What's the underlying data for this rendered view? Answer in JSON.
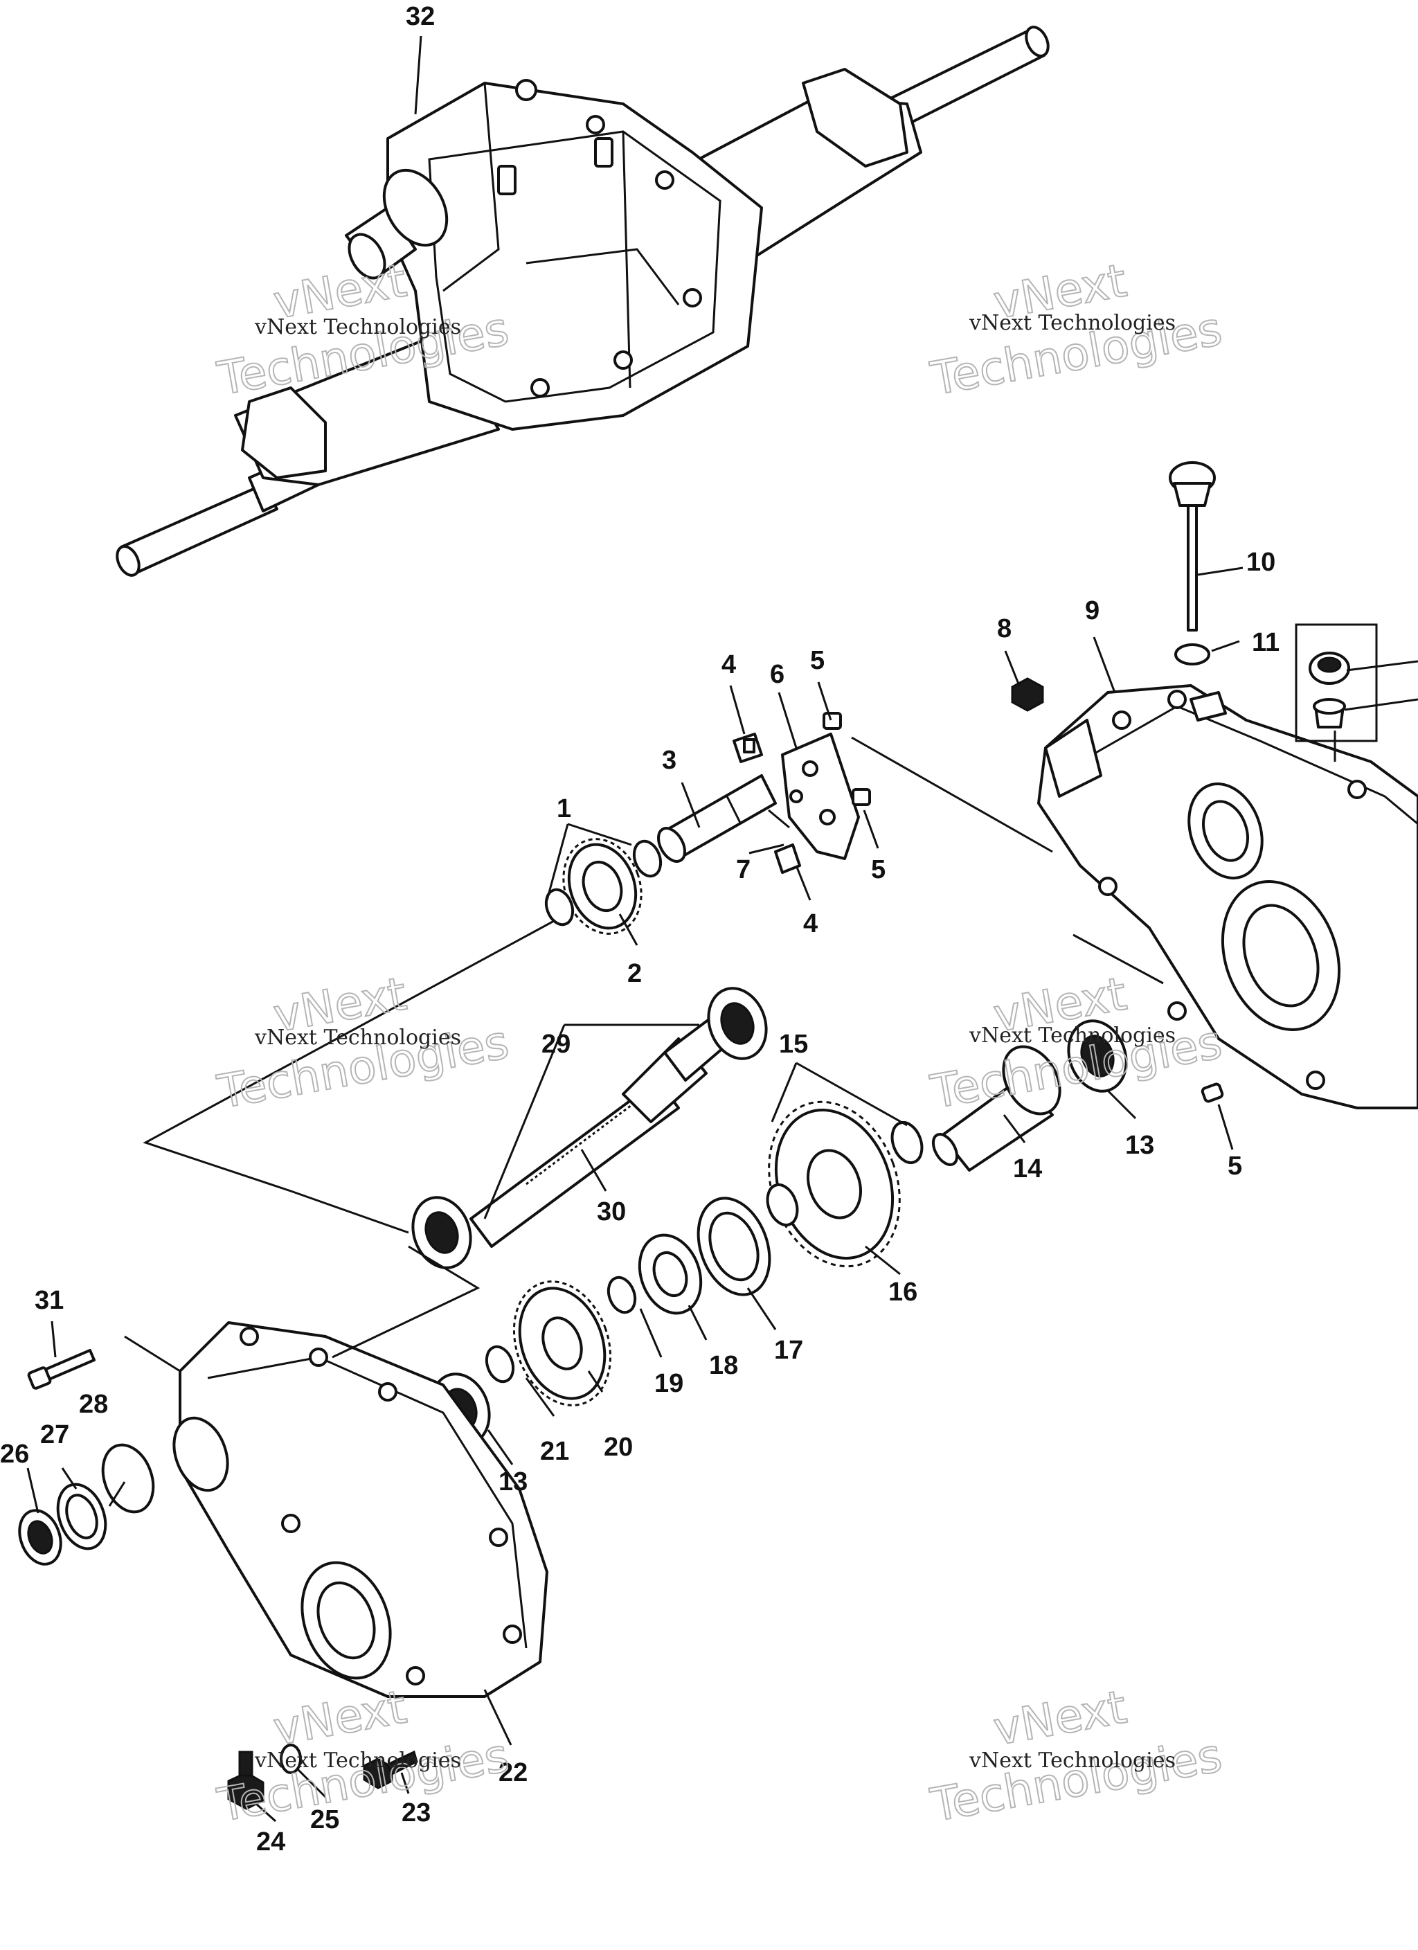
{
  "diagram": {
    "callouts": {
      "c1": "1",
      "c2": "2",
      "c3": "3",
      "c4a": "4",
      "c4b": "4",
      "c5a": "5",
      "c5b": "5",
      "c5c": "5",
      "c6": "6",
      "c7": "7",
      "c8": "8",
      "c9": "9",
      "c10": "10",
      "c11": "11",
      "c13a": "13",
      "c13b": "13",
      "c14": "14",
      "c15": "15",
      "c16": "16",
      "c17": "17",
      "c18": "18",
      "c19": "19",
      "c20": "20",
      "c21": "21",
      "c22": "22",
      "c23": "23",
      "c24": "24",
      "c25": "25",
      "c26": "26",
      "c27": "27",
      "c28": "28",
      "c29": "29",
      "c30": "30",
      "c31": "31",
      "c32": "32"
    },
    "watermarks": [
      {
        "line1": "vNext Technologies",
        "line2": "vNext",
        "line3": "Technologies"
      },
      {
        "line1": "vNext Technologies",
        "line2": "vNext",
        "line3": "Technologies"
      },
      {
        "line1": "vNext Technologies",
        "line2": "vNext",
        "line3": "Technologies"
      },
      {
        "line1": "vNext Technologies",
        "line2": "vNext",
        "line3": "Technologies"
      },
      {
        "line1": "vNext Technologies",
        "line2": "vNext",
        "line3": "Technologies"
      },
      {
        "line1": "vNext Technologies",
        "line2": "vNext",
        "line3": "Technologies"
      }
    ]
  }
}
